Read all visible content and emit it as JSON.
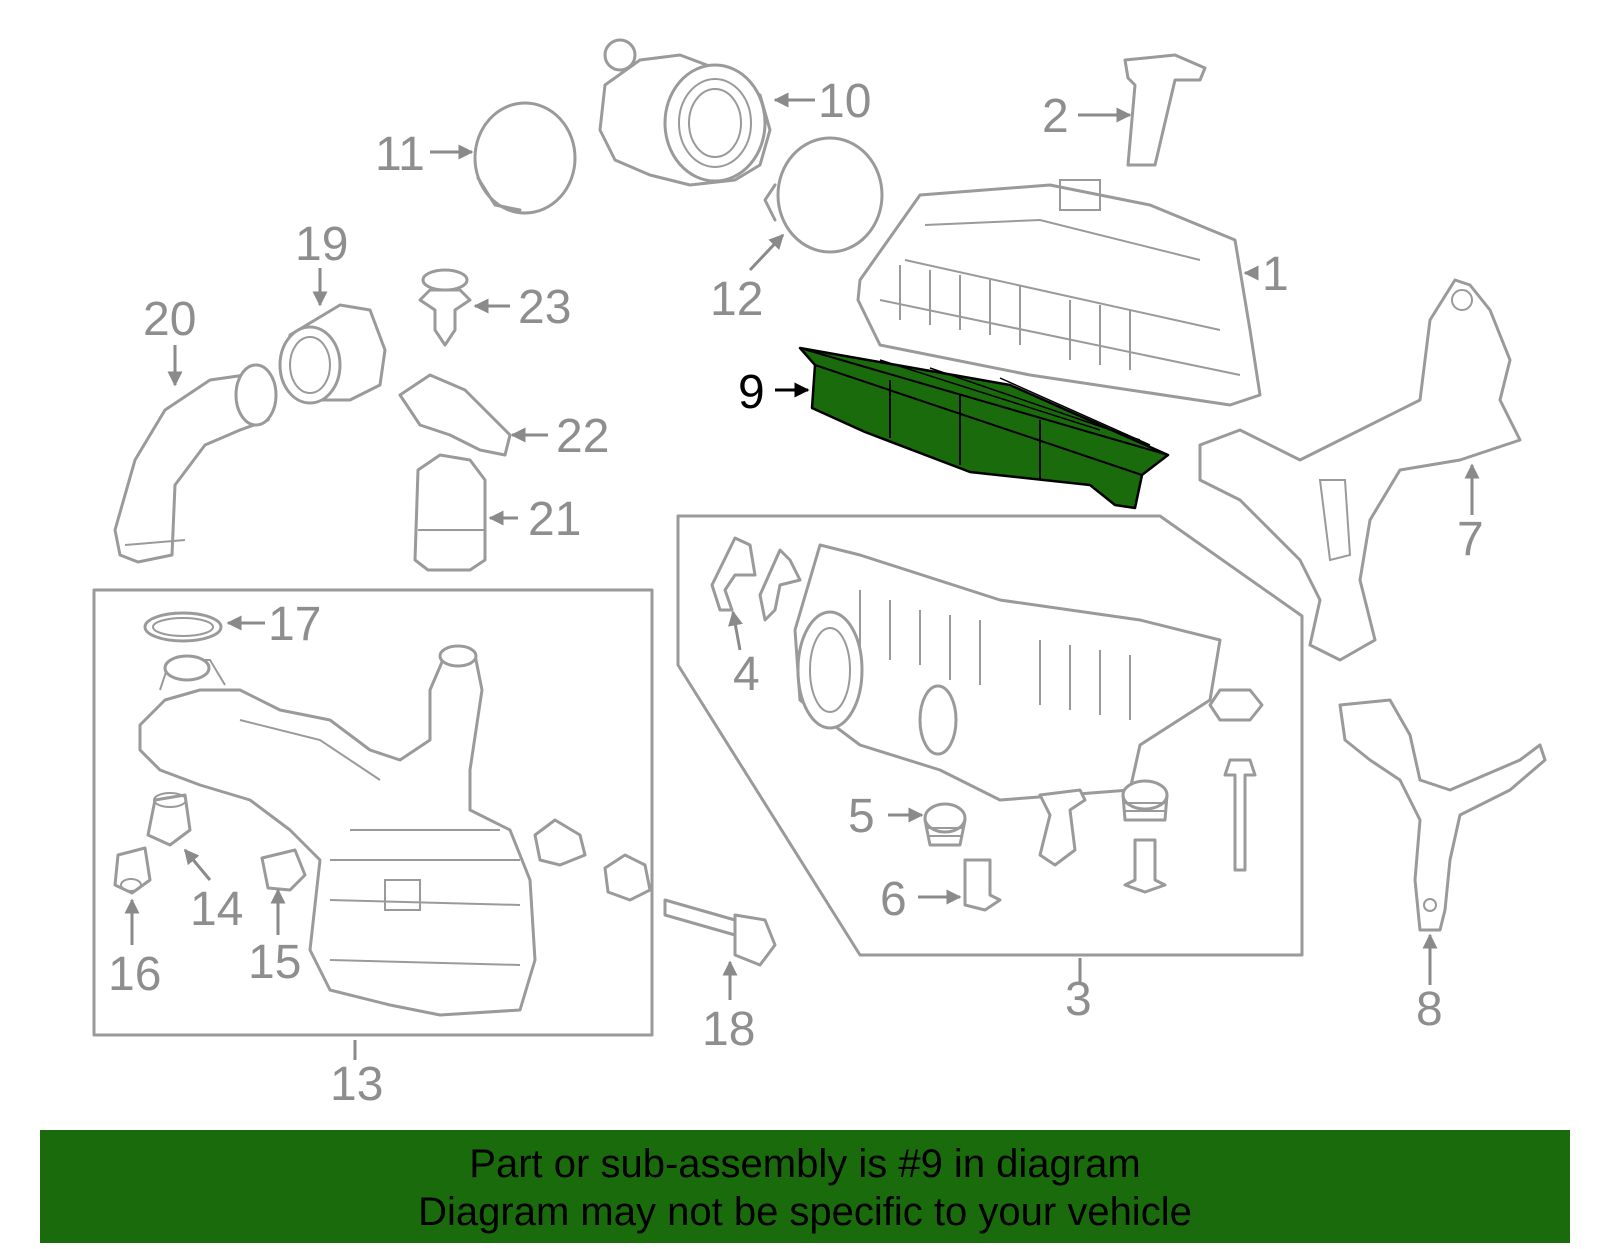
{
  "highlight_part": "9",
  "highlight_color": "#1a6b0c",
  "banner_color": "#1a6b0c",
  "callouts": [
    "1",
    "2",
    "3",
    "4",
    "5",
    "6",
    "7",
    "8",
    "9",
    "10",
    "11",
    "12",
    "13",
    "14",
    "15",
    "16",
    "17",
    "18",
    "19",
    "20",
    "21",
    "22",
    "23"
  ],
  "banner": {
    "line1": "Part or sub-assembly is #9 in diagram",
    "line2": "Diagram may not be specific to your vehicle"
  }
}
